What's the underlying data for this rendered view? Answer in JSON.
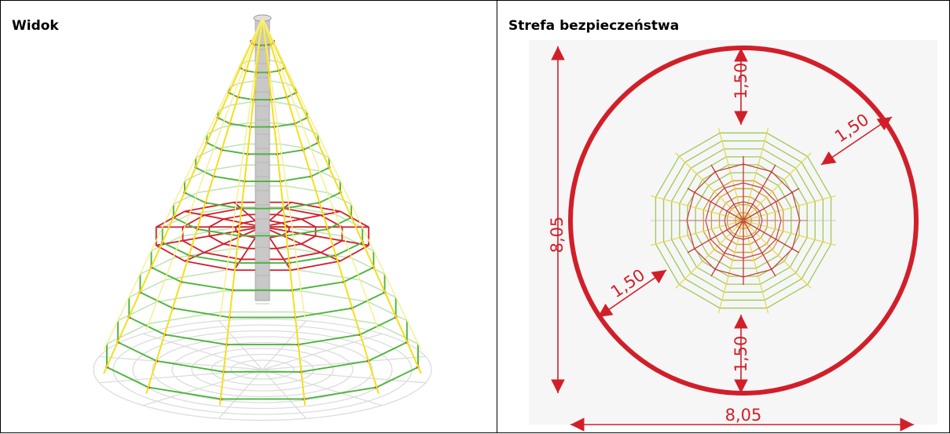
{
  "panels": {
    "view": {
      "title": "Widok"
    },
    "safety": {
      "title": "Strefa bezpieczeństwa"
    }
  },
  "dimensions": {
    "width": "8,05",
    "height": "8,05",
    "clearance_top": "1,50",
    "clearance_bottom": "1,50",
    "clearance_upper_right": "1,50",
    "clearance_lower_left": "1,50"
  },
  "colors": {
    "dimension_red": "#d11f2a",
    "rope_green": "#4cb53a",
    "rope_yellow": "#f2e01c",
    "rope_red": "#d11f2a",
    "mast_grey": "#c8c8c8",
    "shadow_grey": "#dcdcdc"
  }
}
